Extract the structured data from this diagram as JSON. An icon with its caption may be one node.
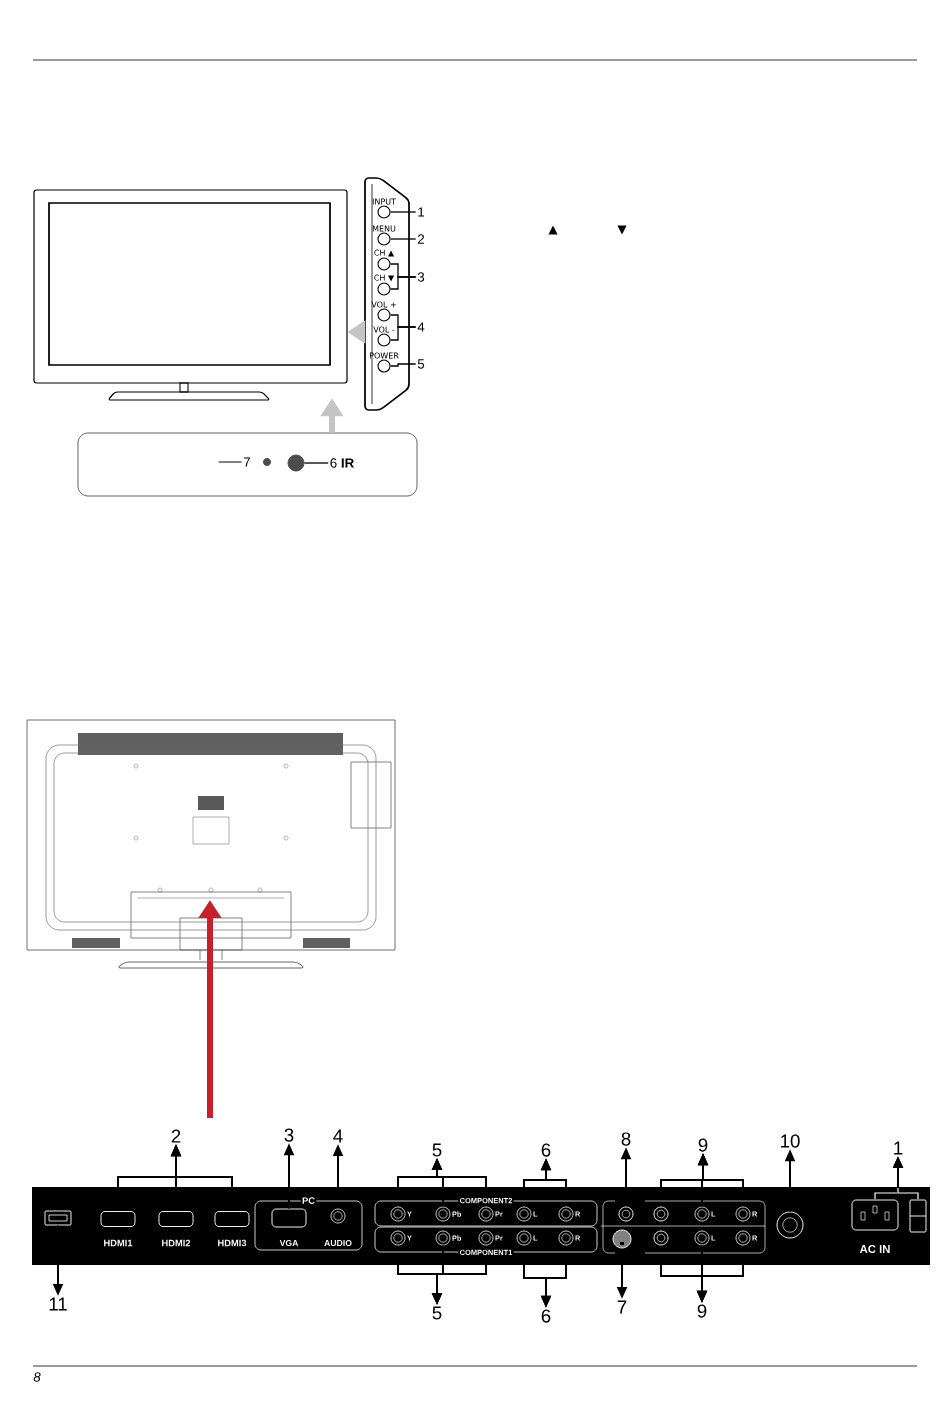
{
  "diagram": {
    "nodes": [
      {
        "text": [],
        "shape": "picture"
      },
      {
        "text": [],
        "shape": "box"
      },
      {
        "text": [
          "INPUT"
        ],
        "in": 1
      },
      {
        "text": [
          "MENU"
        ],
        "in": 1
      },
      {
        "text": [
          "CH ▲"
        ],
        "in": 1
      },
      {
        "text": [
          "CH ▼"
        ],
        "in": 1
      },
      {
        "text": [
          "VOL +"
        ],
        "in": 1
      },
      {
        "text": [
          "VOL -"
        ],
        "in": 1
      },
      {
        "text": [
          "POWER"
        ],
        "in": 1
      },
      {
        "text": [
          "1"
        ]
      },
      {
        "text": [
          "2"
        ]
      },
      {
        "text": [
          "3"
        ]
      },
      {
        "text": [
          "4"
        ]
      },
      {
        "text": [
          "5"
        ]
      },
      {
        "text": [],
        "shape": "box"
      },
      {
        "text": [
          "7"
        ],
        "in": 14
      },
      {
        "text": [
          "6 **IR**"
        ],
        "in": 14
      },
      {
        "text": [],
        "shape": "circle",
        "in": 14
      },
      {
        "text": [],
        "shape": "picture"
      },
      {
        "text": [],
        "shape": "box"
      },
      {
        "text": [
          "HDMI1"
        ]
      },
      {
        "text": [
          "HDMI2"
        ]
      },
      {
        "text": [
          "HDMI3"
        ]
      },
      {
        "text": [
          "PC"
        ]
      },
      {
        "text": [
          "VGA"
        ],
        "in": 23
      },
      {
        "text": [
          "AUDIO"
        ],
        "in": 23
      },
      {
        "text": [
          "COMPONENT2"
        ]
      },
      {
        "text": [
          "Y"
        ],
        "in": 26
      },
      {
        "text": [
          "Pb"
        ],
        "in": 26
      },
      {
        "text": [
          "Pr"
        ],
        "in": 26
      },
      {
        "text": [
          "L"
        ],
        "in": 26
      },
      {
        "text": [
          "R"
        ],
        "in": 26
      },
      {
        "text": [
          "COMPONENT1"
        ]
      },
      {
        "text": [
          "Y"
        ],
        "in": 32
      },
      {
        "text": [
          "Pb"
        ],
        "in": 32
      },
      {
        "text": [
          "Pr"
        ],
        "in": 32
      },
      {
        "text": [
          "L"
        ],
        "in": 32
      },
      {
        "text": [
          "R"
        ],
        "in": 32
      },
      {
        "text": [],
        "shape": "circle"
      },
      {
        "text": [],
        "shape": "circle"
      },
      {
        "text": [],
        "shape": "circle"
      },
      {
        "text": [
          "L"
        ]
      },
      {
        "text": [
          "R"
        ]
      },
      {
        "text": [],
        "shape": "circle"
      },
      {
        "text": [
          "L"
        ]
      },
      {
        "text": [
          "R"
        ]
      },
      {
        "text": [],
        "shape": "circle"
      },
      {
        "text": [
          "AC IN"
        ]
      },
      {
        "text": [],
        "shape": "box"
      },
      {
        "text": [
          "2"
        ]
      },
      {
        "text": [
          "3"
        ]
      },
      {
        "text": [
          "4"
        ]
      },
      {
        "text": [
          "5"
        ]
      },
      {
        "text": [
          "6"
        ]
      },
      {
        "text": [
          "8"
        ]
      },
      {
        "text": [
          "9"
        ]
      },
      {
        "text": [
          "10"
        ]
      },
      {
        "text": [
          "1"
        ]
      },
      {
        "text": [
          "11"
        ]
      },
      {
        "text": [
          "5"
        ]
      },
      {
        "text": [
          "6"
        ]
      },
      {
        "text": [
          "7"
        ]
      },
      {
        "text": [
          "9"
        ]
      }
    ],
    "edges": [
      {
        "from": 9,
        "to": 2,
        "arrow": "none"
      },
      {
        "from": 10,
        "to": 3,
        "arrow": "none"
      },
      {
        "from": 11,
        "to": 4,
        "arrow": "none"
      },
      {
        "from": 11,
        "to": 5,
        "arrow": "none"
      },
      {
        "from": 12,
        "to": 6,
        "arrow": "none"
      },
      {
        "from": 12,
        "to": 7,
        "arrow": "none"
      },
      {
        "from": 13,
        "to": 8,
        "arrow": "none"
      },
      {
        "from": 15,
        "to": null,
        "arrow": "none"
      },
      {
        "from": 16,
        "to": 17,
        "arrow": "none"
      },
      {
        "from": 1,
        "to": 0,
        "arrow": "to",
        "style": "thick",
        "color": "#c4c4c4"
      },
      {
        "from": 14,
        "to": 0,
        "arrow": "to",
        "style": "thick",
        "color": "#c4c4c4"
      },
      {
        "from": null,
        "to": 18,
        "arrow": "to",
        "style": "thick",
        "color": "#c8202a"
      },
      {
        "from": 20,
        "to": 49,
        "arrow": "to"
      },
      {
        "from": 21,
        "to": 49,
        "arrow": "to"
      },
      {
        "from": 22,
        "to": 49,
        "arrow": "to"
      },
      {
        "from": 24,
        "to": 50,
        "arrow": "to"
      },
      {
        "from": 25,
        "to": 51,
        "arrow": "to"
      },
      {
        "from": 27,
        "to": 52,
        "arrow": "to"
      },
      {
        "from": 28,
        "to": 52,
        "arrow": "to"
      },
      {
        "from": 29,
        "to": 52,
        "arrow": "to"
      },
      {
        "from": 30,
        "to": 53,
        "arrow": "to"
      },
      {
        "from": 31,
        "to": 53,
        "arrow": "to"
      },
      {
        "from": 38,
        "to": 54,
        "arrow": "to"
      },
      {
        "from": 40,
        "to": 55,
        "arrow": "to"
      },
      {
        "from": 41,
        "to": 55,
        "arrow": "to"
      },
      {
        "from": 42,
        "to": 55,
        "arrow": "to"
      },
      {
        "from": 46,
        "to": 56,
        "arrow": "to"
      },
      {
        "from": 47,
        "to": 57,
        "arrow": "to"
      },
      {
        "from": 48,
        "to": 57,
        "arrow": "to"
      },
      {
        "from": 19,
        "to": 58,
        "arrow": "to"
      },
      {
        "from": 33,
        "to": 59,
        "arrow": "to"
      },
      {
        "from": 34,
        "to": 59,
        "arrow": "to"
      },
      {
        "from": 35,
        "to": 59,
        "arrow": "to"
      },
      {
        "from": 36,
        "to": 60,
        "arrow": "to"
      },
      {
        "from": 37,
        "to": 60,
        "arrow": "to"
      },
      {
        "from": 39,
        "to": 61,
        "arrow": "to"
      },
      {
        "from": 43,
        "to": 62,
        "arrow": "to"
      },
      {
        "from": 44,
        "to": 62,
        "arrow": "to"
      },
      {
        "from": 45,
        "to": 62,
        "arrow": "to"
      }
    ],
    "labels": [
      "▲",
      "▼",
      "8"
    ]
  }
}
